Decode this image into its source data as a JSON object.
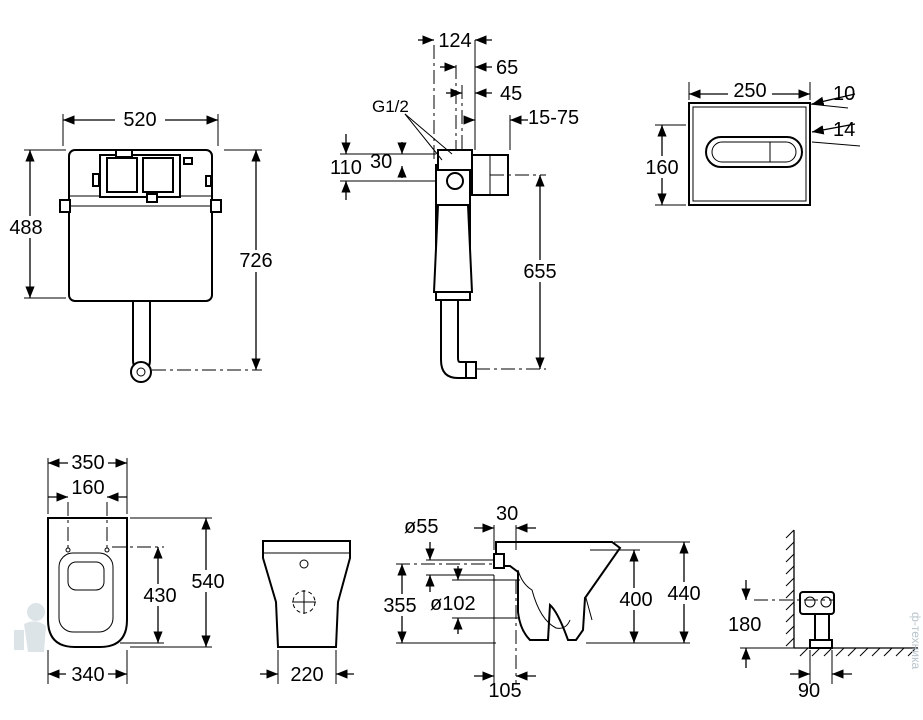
{
  "diagram": {
    "cistern_front": {
      "width": "520",
      "height": "488",
      "total_height": "726"
    },
    "cistern_side": {
      "d1": "124",
      "d2": "65",
      "d3": "45",
      "d4": "15-75",
      "thread": "G1/2",
      "h1": "110",
      "h2": "30",
      "drop": "655"
    },
    "flush_plate": {
      "width": "250",
      "height": "160",
      "d1": "10",
      "d2": "14"
    },
    "wc_top": {
      "outer_width": "350",
      "fix_spacing": "160",
      "bottom_width": "340",
      "fix_height": "430",
      "length": "540"
    },
    "wc_front": {
      "width": "220"
    },
    "wc_side": {
      "inlet_dia": "ø55",
      "offset": "30",
      "height_355": "355",
      "outlet_dia": "ø102",
      "height_400": "400",
      "height_440": "440",
      "outlet_105": "105"
    },
    "wall_detail": {
      "height": "180",
      "depth": "90"
    }
  },
  "watermark": "ф-техника"
}
